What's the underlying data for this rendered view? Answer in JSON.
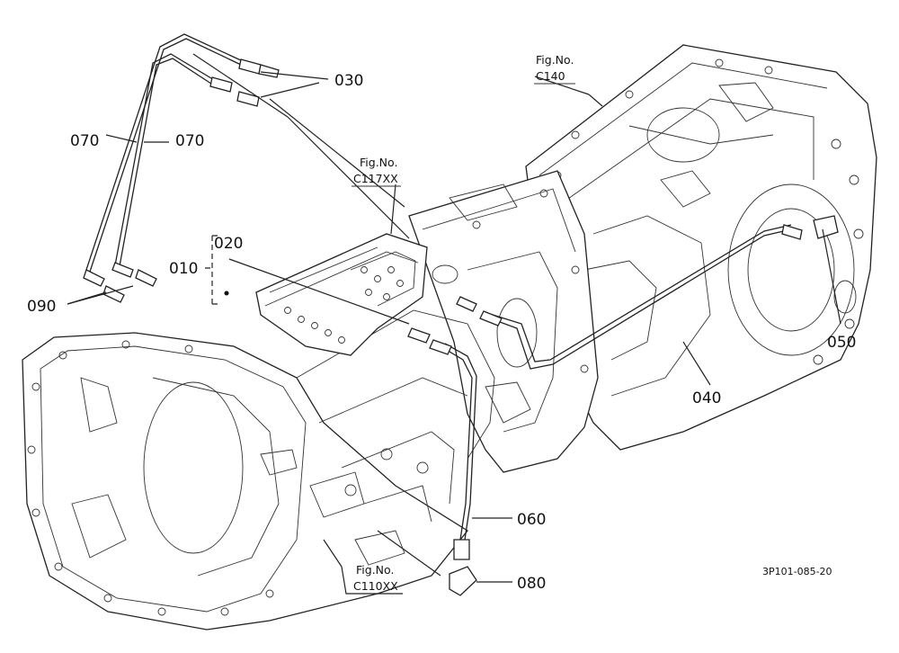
{
  "parts": {
    "p010": "010",
    "p020": "020",
    "p030": "030",
    "p040": "040",
    "p050": "050",
    "p060": "060",
    "p070a": "070",
    "p070b": "070",
    "p080": "080",
    "p090": "090"
  },
  "figrefs": {
    "c140": {
      "line1": "Fig.No.",
      "line2": "C140"
    },
    "c117": {
      "line1": "Fig.No.",
      "line2": "C117XX"
    },
    "c110": {
      "line1": "Fig.No.",
      "line2": "C110XX"
    }
  },
  "diagram_code": "3P101-085-20"
}
